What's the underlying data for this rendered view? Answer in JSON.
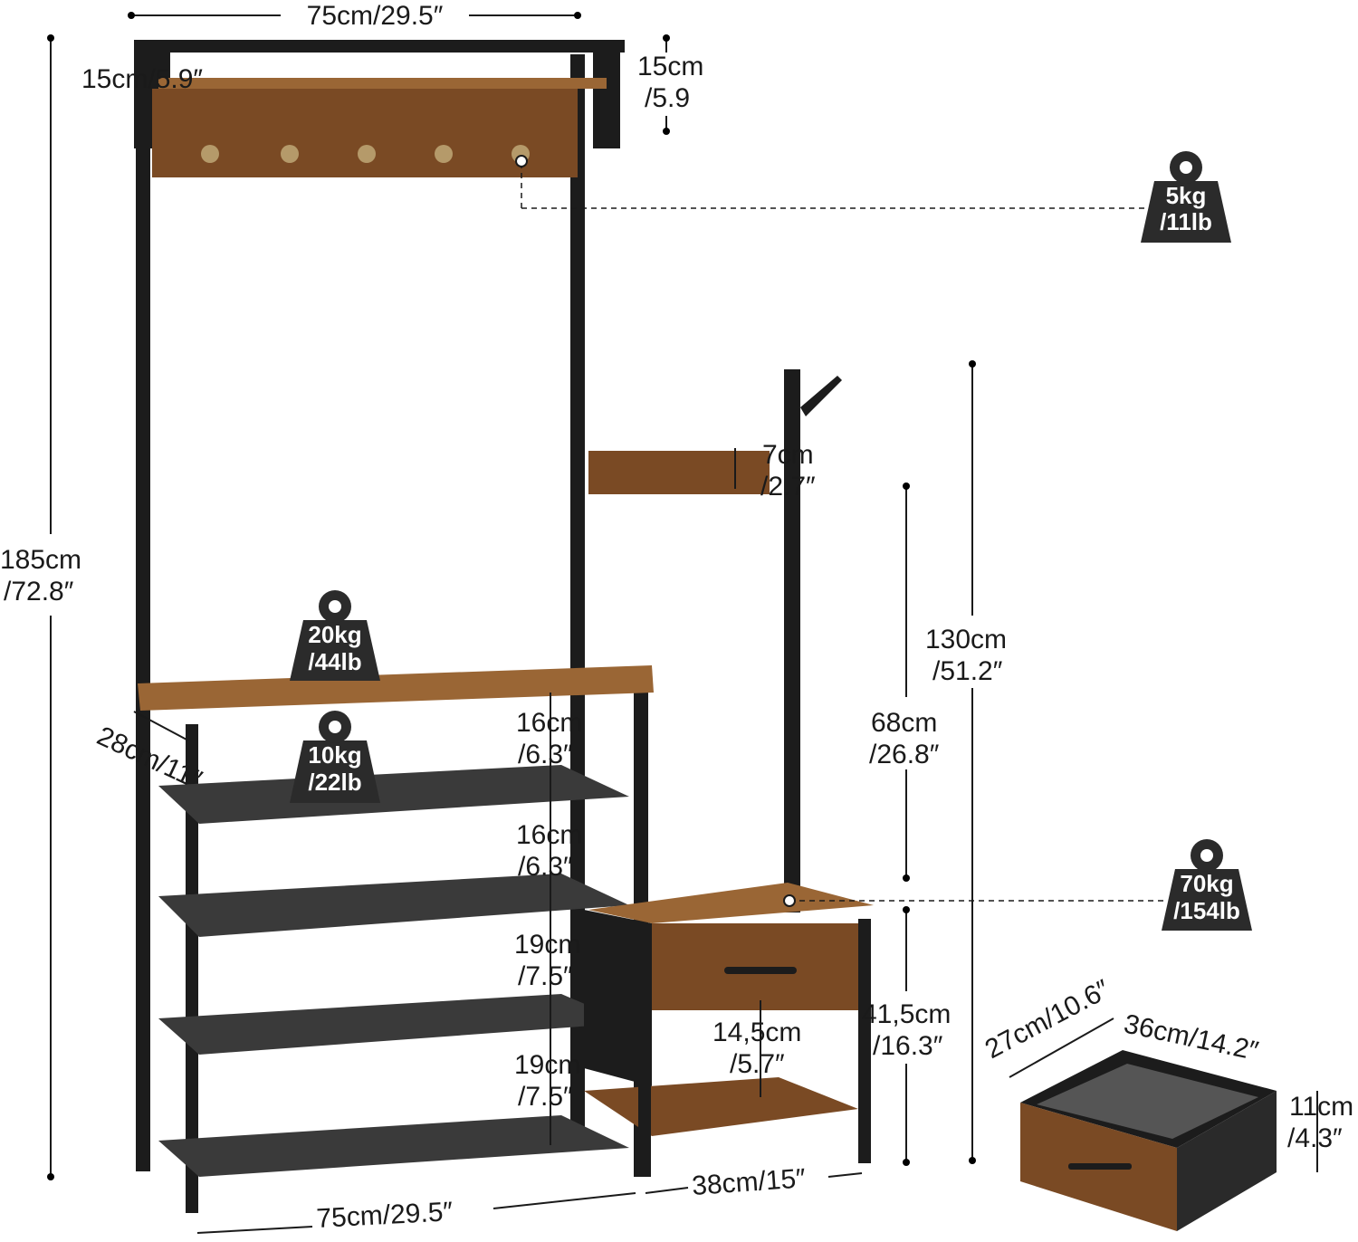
{
  "colors": {
    "frame": "#1c1c1c",
    "wood": "#7a4a24",
    "tag": "#2b2b2b"
  },
  "dimensions": {
    "top_width": "75cm/29.5″",
    "top_shelf_depth": "15cm/5.9″",
    "top_board_height": {
      "line1": "15cm",
      "line2": "/5.9"
    },
    "total_height": {
      "line1": "185cm",
      "line2": "/72.8″"
    },
    "hook_board_height": {
      "line1": "7cm",
      "line2": "/2.7″"
    },
    "bench_total_height": {
      "line1": "130cm",
      "line2": "/51.2″"
    },
    "bench_post_height": {
      "line1": "68cm",
      "line2": "/26.8″"
    },
    "shelf_depth": "28cm/11″",
    "shelf_gap_1": {
      "line1": "16cm",
      "line2": "/6.3″"
    },
    "shelf_gap_2": {
      "line1": "16cm",
      "line2": "/6.3″"
    },
    "shelf_gap_3": {
      "line1": "19cm",
      "line2": "/7.5″"
    },
    "shelf_gap_4": {
      "line1": "19cm",
      "line2": "/7.5″"
    },
    "bench_shelf_gap": {
      "line1": "14,5cm",
      "line2": "/5.7″"
    },
    "bench_height": {
      "line1": "41,5cm",
      "line2": "/16.3″"
    },
    "bench_depth": "38cm/15″",
    "bottom_width": "75cm/29.5″",
    "drawer_depth": "27cm/10.6″",
    "drawer_width": "36cm/14.2″",
    "drawer_height": {
      "line1": "11cm",
      "line2": "/4.3″"
    }
  },
  "loads": {
    "hook": {
      "line1": "5kg",
      "line2": "/11lb"
    },
    "top_shelf": {
      "line1": "20kg",
      "line2": "/44lb"
    },
    "mesh_shelf": {
      "line1": "10kg",
      "line2": "/22lb"
    },
    "bench": {
      "line1": "70kg",
      "line2": "/154lb"
    }
  }
}
